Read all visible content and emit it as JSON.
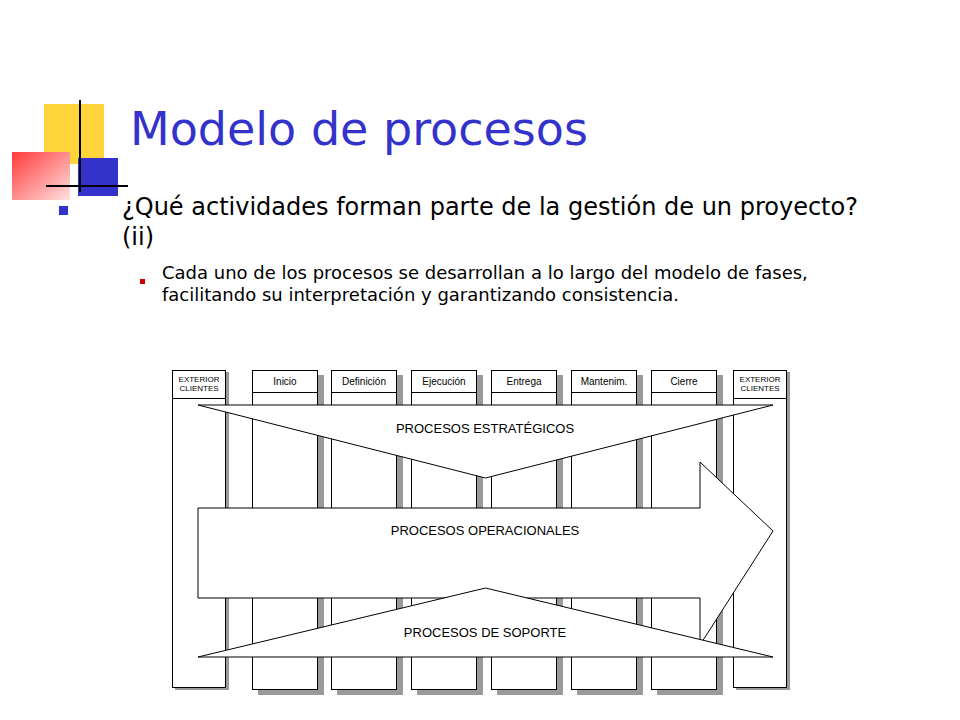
{
  "diagram": {
    "title": "Modelo de procesos",
    "nodes": [
      {
        "text": [
          "EXTERIOR CLIENTES"
        ]
      },
      {
        "text": [
          "Inicio"
        ]
      },
      {
        "text": [
          "Definición"
        ]
      },
      {
        "text": [
          "Ejecución"
        ]
      },
      {
        "text": [
          "Entrega"
        ]
      },
      {
        "text": [
          "Mantenim."
        ]
      },
      {
        "text": [
          "Cierre"
        ]
      },
      {
        "text": [
          "EXTERIOR CLIENTES"
        ]
      },
      {
        "text": [
          "PROCESOS ESTRATÉGICOS"
        ]
      },
      {
        "text": [
          "PROCESOS OPERACIONALES"
        ]
      },
      {
        "text": [
          "PROCESOS DE SOPORTE"
        ]
      }
    ],
    "labels": [
      "¿Qué actividades forman parte de la gestión de un proyecto?(ii)",
      "Cada uno de los procesos se desarrollan a lo largo del modelo de fases, facilitando su interpretación y garantizando consistencia."
    ]
  }
}
